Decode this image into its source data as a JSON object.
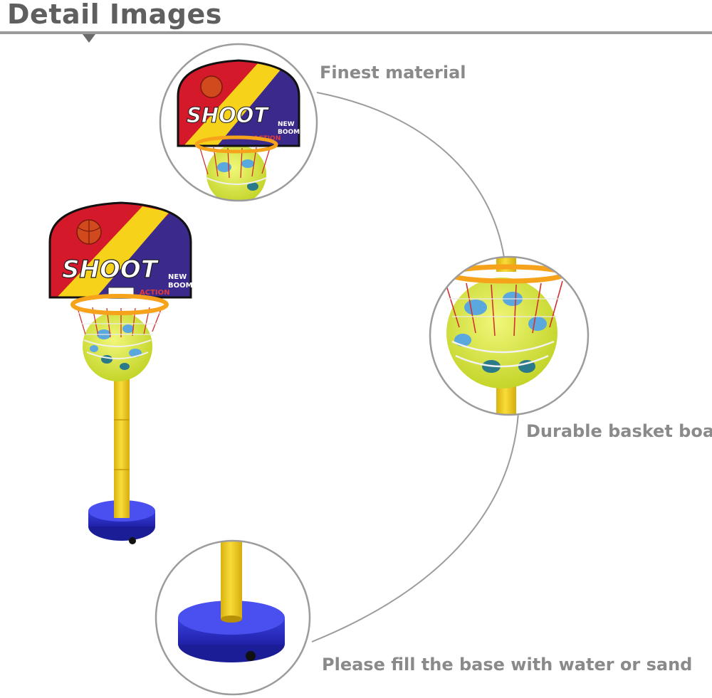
{
  "header": {
    "title": "Detail Images"
  },
  "product": {
    "board_text": "SHOOT",
    "board_subtext_1": "NEW",
    "board_subtext_2": "BOOM",
    "board_subtext_3": "ACTION"
  },
  "callouts": [
    {
      "label": "Finest material"
    },
    {
      "label": "Durable basket board"
    },
    {
      "label": "Please fill the base with water or sand"
    }
  ],
  "colors": {
    "title": "#5f5f5f",
    "caption": "#8a8a8a",
    "board_red": "#d4192a",
    "board_purple": "#3b2a8c",
    "stripe_yellow": "#f6d21a",
    "rim_orange": "#f7a21b",
    "pole_yellow": "#f5cf1f",
    "base_blue": "#2b2fd0",
    "ball_green": "#d8e83a",
    "ball_blue": "#5aa8dd"
  }
}
